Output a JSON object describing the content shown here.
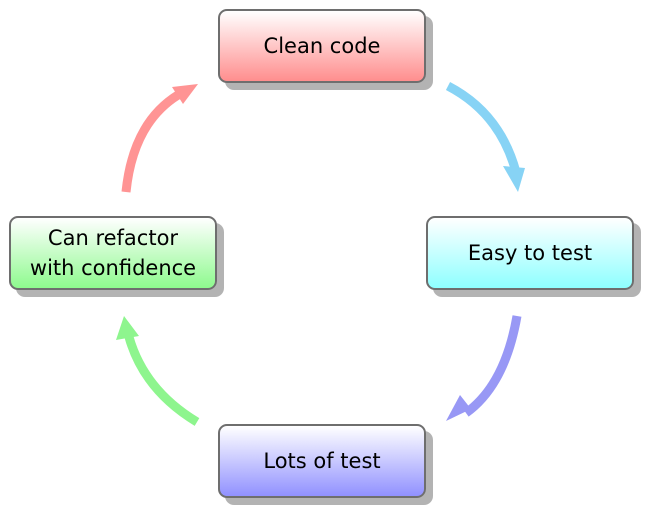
{
  "nodes": {
    "top": {
      "label": "Clean code",
      "color": "#ff8e8e"
    },
    "right": {
      "label": "Easy to test",
      "color": "#8effff"
    },
    "bottom": {
      "label": "Lots of test",
      "color": "#9191ff"
    },
    "left": {
      "label": "Can refactor\nwith confidence",
      "color": "#8efa8e"
    }
  },
  "arrows": {
    "top_to_right": {
      "color": "#87d3f5"
    },
    "right_to_bottom": {
      "color": "#9898f5"
    },
    "bottom_to_left": {
      "color": "#8ef58e"
    },
    "left_to_top": {
      "color": "#ff9494"
    }
  }
}
